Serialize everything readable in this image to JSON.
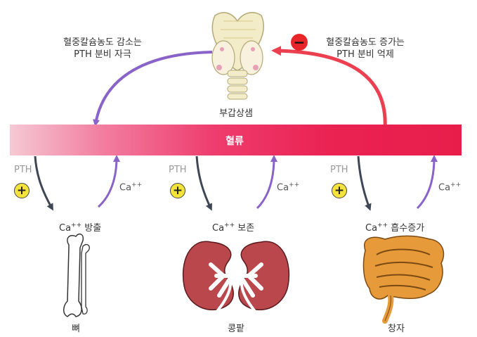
{
  "labels": {
    "low_calcium": [
      "혈중칼슘농도 감소는",
      "PTH 분비 자극"
    ],
    "high_calcium": [
      "혈중칼슘농도 증가는",
      "PTH 분비 억제"
    ],
    "gland": "부갑상샘",
    "blood": "혈류",
    "pth": "PTH",
    "ca": "Ca",
    "ca_charge": "++",
    "bone_action": "방출",
    "kidney_action": "보존",
    "intestine_action": "흡수증가",
    "bone": "뼈",
    "kidney": "콩팥",
    "intestine": "창자",
    "plus_sign": "+",
    "minus_sign": "−"
  },
  "colors": {
    "purple_arrow": "#8a63c9",
    "red_arrow": "#ec3f4f",
    "dark_arrow": "#3f4656",
    "kidney": "#b9474c",
    "bone": "#ffffff",
    "intestine": "#e79a3a"
  }
}
